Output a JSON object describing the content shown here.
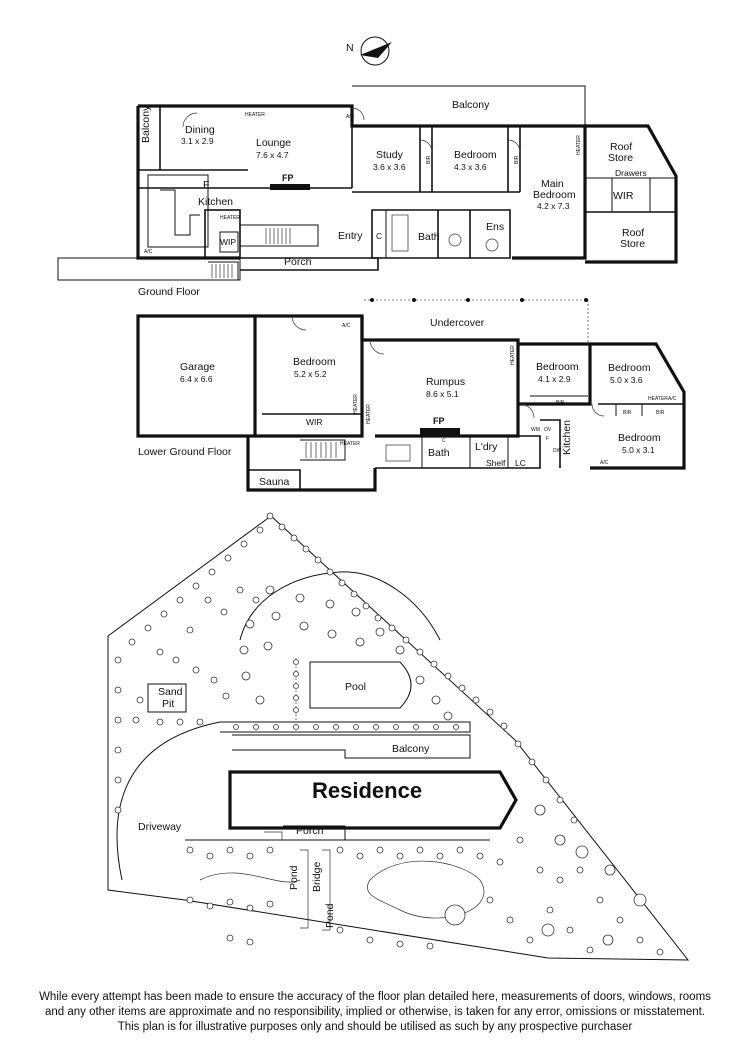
{
  "compass": {
    "letter": "N"
  },
  "ground_floor": {
    "level_label": "Ground Floor",
    "rooms": {
      "balcony_top": "Balcony",
      "balcony_side": "Balcony",
      "dining": {
        "name": "Dining",
        "dim": "3.1 x 2.9"
      },
      "lounge": {
        "name": "Lounge",
        "dim": "7.6 x 4.7"
      },
      "study": {
        "name": "Study",
        "dim": "3.6 x 3.6"
      },
      "bedroom": {
        "name": "Bedroom",
        "dim": "4.3 x 3.6"
      },
      "main_bedroom": {
        "name1": "Main",
        "name2": "Bedroom",
        "dim": "4.2 x 7.3"
      },
      "roof_store_1": {
        "l1": "Roof",
        "l2": "Store"
      },
      "roof_store_2": {
        "l1": "Roof",
        "l2": "Store"
      },
      "wir": "WIR",
      "drawers": "Drawers",
      "kitchen": "Kitchen",
      "f": "F",
      "wip": "WIP",
      "fp": "FP",
      "entry": "Entry",
      "bath": "Bath",
      "ens": "Ens",
      "porch": "Porch",
      "bir1": "BIR",
      "bir2": "BIR",
      "c": "C"
    },
    "small": {
      "heater1": "HEATER",
      "heater2": "HEATER",
      "heater3": "HEATER",
      "ac1": "A/C",
      "ac2": "A/C"
    }
  },
  "lower_floor": {
    "level_label": "Lower Ground Floor",
    "rooms": {
      "garage": {
        "name": "Garage",
        "dim": "6.4 x 6.6"
      },
      "bedroom_a": {
        "name": "Bedroom",
        "dim": "5.2 x 5.2"
      },
      "undercover": "Undercover",
      "rumpus": {
        "name": "Rumpus",
        "dim": "8.6 x 5.1"
      },
      "bedroom_b": {
        "name": "Bedroom",
        "dim": "4.1 x 2.9"
      },
      "bedroom_c": {
        "name": "Bedroom",
        "dim": "5.0 x 3.6"
      },
      "bedroom_d": {
        "name": "Bedroom",
        "dim": "5.0 x 3.1"
      },
      "wir": "WIR",
      "fp": "FP",
      "c": "C",
      "bath": "Bath",
      "ldry": "L'dry",
      "kitchen": "Kitchen",
      "wm": "WM",
      "ov": "OV",
      "f": "F",
      "dw": "DW",
      "shelf": "Shelf",
      "lc": "LC",
      "sauna": "Sauna",
      "bir1": "BIR",
      "bir2": "BIR",
      "bir3": "BIR"
    },
    "small": {
      "ac1": "A/C",
      "ac2": "A/C",
      "ac3": "A/C",
      "heater1": "HEATER",
      "heater2": "HEATER",
      "heater3": "HEATER",
      "heater4": "HEATER",
      "heater5": "HEATER"
    }
  },
  "site": {
    "pool": "Pool",
    "sand_pit": {
      "l1": "Sand",
      "l2": "Pit"
    },
    "balcony": "Balcony",
    "residence": "Residence",
    "driveway": "Driveway",
    "porch": "Porch",
    "pond1": "Pond",
    "pond2": "Pond",
    "bridge": "Bridge"
  },
  "disclaimer": {
    "line1": "While every attempt has been made to ensure the accuracy of the floor plan detailed here, measurements of doors, windows, rooms",
    "line2": "and any other items are approximate and no responsibility, implied or otherwise, is taken for any error, omissions or misstatement.",
    "line3": "This plan is for illustrative purposes only and should be utilised as such by any prospective purchaser"
  }
}
